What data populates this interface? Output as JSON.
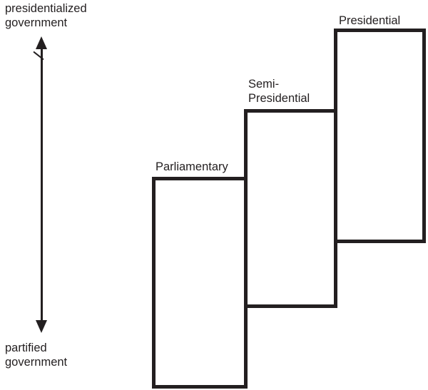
{
  "figure": {
    "background_color": "#ffffff",
    "ink_color": "#231f20"
  },
  "axis": {
    "orientation": "vertical",
    "arrow_style": "double-headed",
    "top_label": "presidentialized\ngovernment",
    "bottom_label": "partified\ngovernment"
  },
  "boxes": [
    {
      "id": "parliamentary",
      "label": "Parliamentary"
    },
    {
      "id": "semi-presidential",
      "label": "Semi-\nPresidential"
    },
    {
      "id": "presidential",
      "label": "Presidential"
    }
  ]
}
